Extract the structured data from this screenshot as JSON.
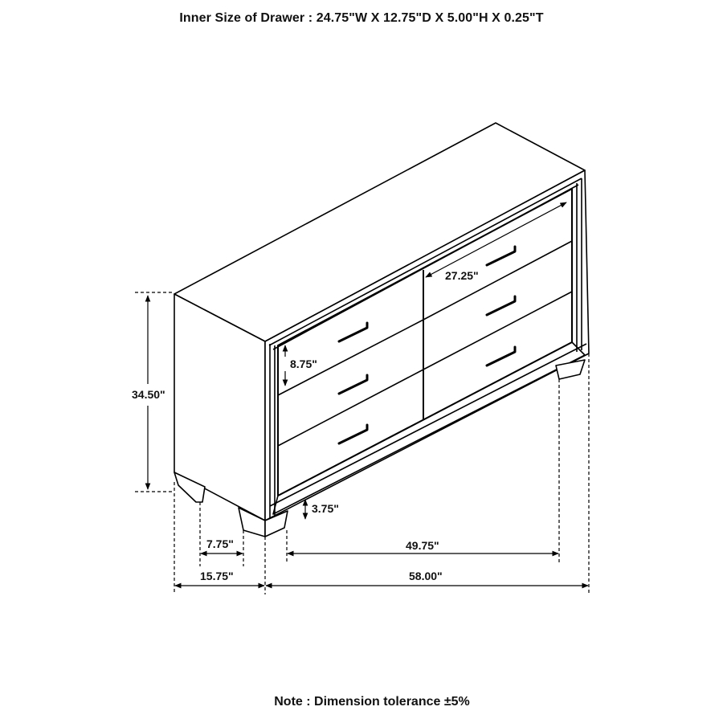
{
  "header": {
    "title": "Inner Size of Drawer : 24.75\"W X 12.75\"D X 5.00\"H X 0.25\"T"
  },
  "diagram": {
    "subject": "dresser-line-drawing",
    "drawers": {
      "left_column": 3,
      "right_column": 3,
      "handle": "bar-pull"
    },
    "dimensions": {
      "overall_height": "34.50\"",
      "drawer_front_height": "8.75\"",
      "drawer_front_width": "27.25\"",
      "leg_height": "3.75\"",
      "leg_inset_depth": "7.75\"",
      "overall_depth": "15.75\"",
      "leg_inset_width": "49.75\"",
      "overall_width": "58.00\""
    },
    "line_color": "#000000",
    "background": "#ffffff"
  },
  "footer": {
    "note": "Note : Dimension tolerance ±5%"
  }
}
